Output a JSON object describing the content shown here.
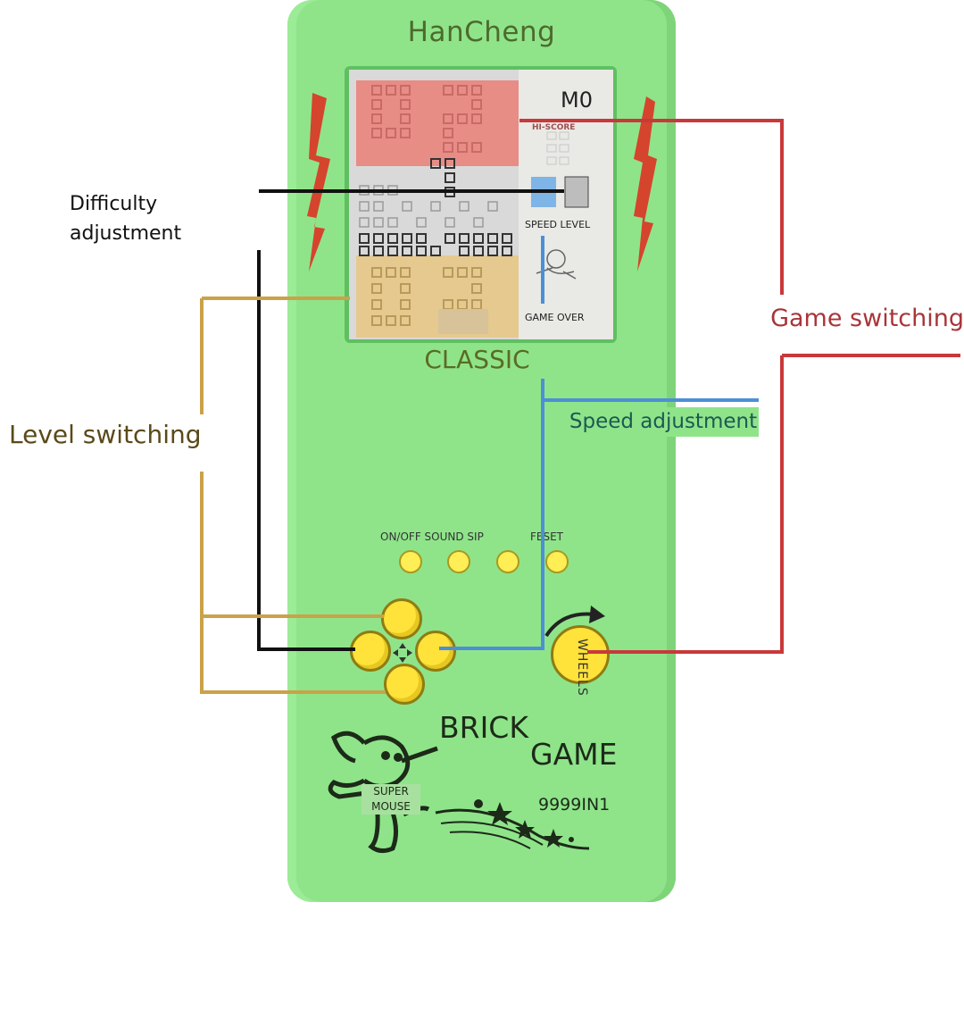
{
  "device": {
    "brand": "HanCheng",
    "mode_label": "CLASSIC",
    "score": "M0",
    "hi_score_label": "HI-SCORE",
    "speed_level_label": "SPEED LEVEL",
    "game_over_label": "GAME OVER",
    "button_labels": "ON/OFF SOUND SIP",
    "reset_label": "FESET",
    "wheels_label": "WHEELS",
    "brick_label": "BRICK",
    "game_label": "GAME",
    "model_label": "9999IN1",
    "mascot_label_1": "SUPER",
    "mascot_label_2": "MOUSE"
  },
  "callouts": {
    "difficulty_1": "Difficulty",
    "difficulty_2": "adjustment",
    "level": "Level switching",
    "game": "Game switching",
    "speed": "Speed adjustment"
  },
  "colors": {
    "device_body": "#8fe48a",
    "screen_top_block": "#e88c86",
    "screen_bottom_block": "#e6c98f",
    "button_yellow": "#ffe23a",
    "line_difficulty": "#111111",
    "line_level": "#c9a24a",
    "line_game": "#c8393b",
    "line_speed": "#4d8fd6"
  },
  "icons": [
    "bolt-icon-left",
    "bolt-icon-right",
    "wheel-arrow-icon",
    "mouse-mascot-icon",
    "star-icon"
  ]
}
